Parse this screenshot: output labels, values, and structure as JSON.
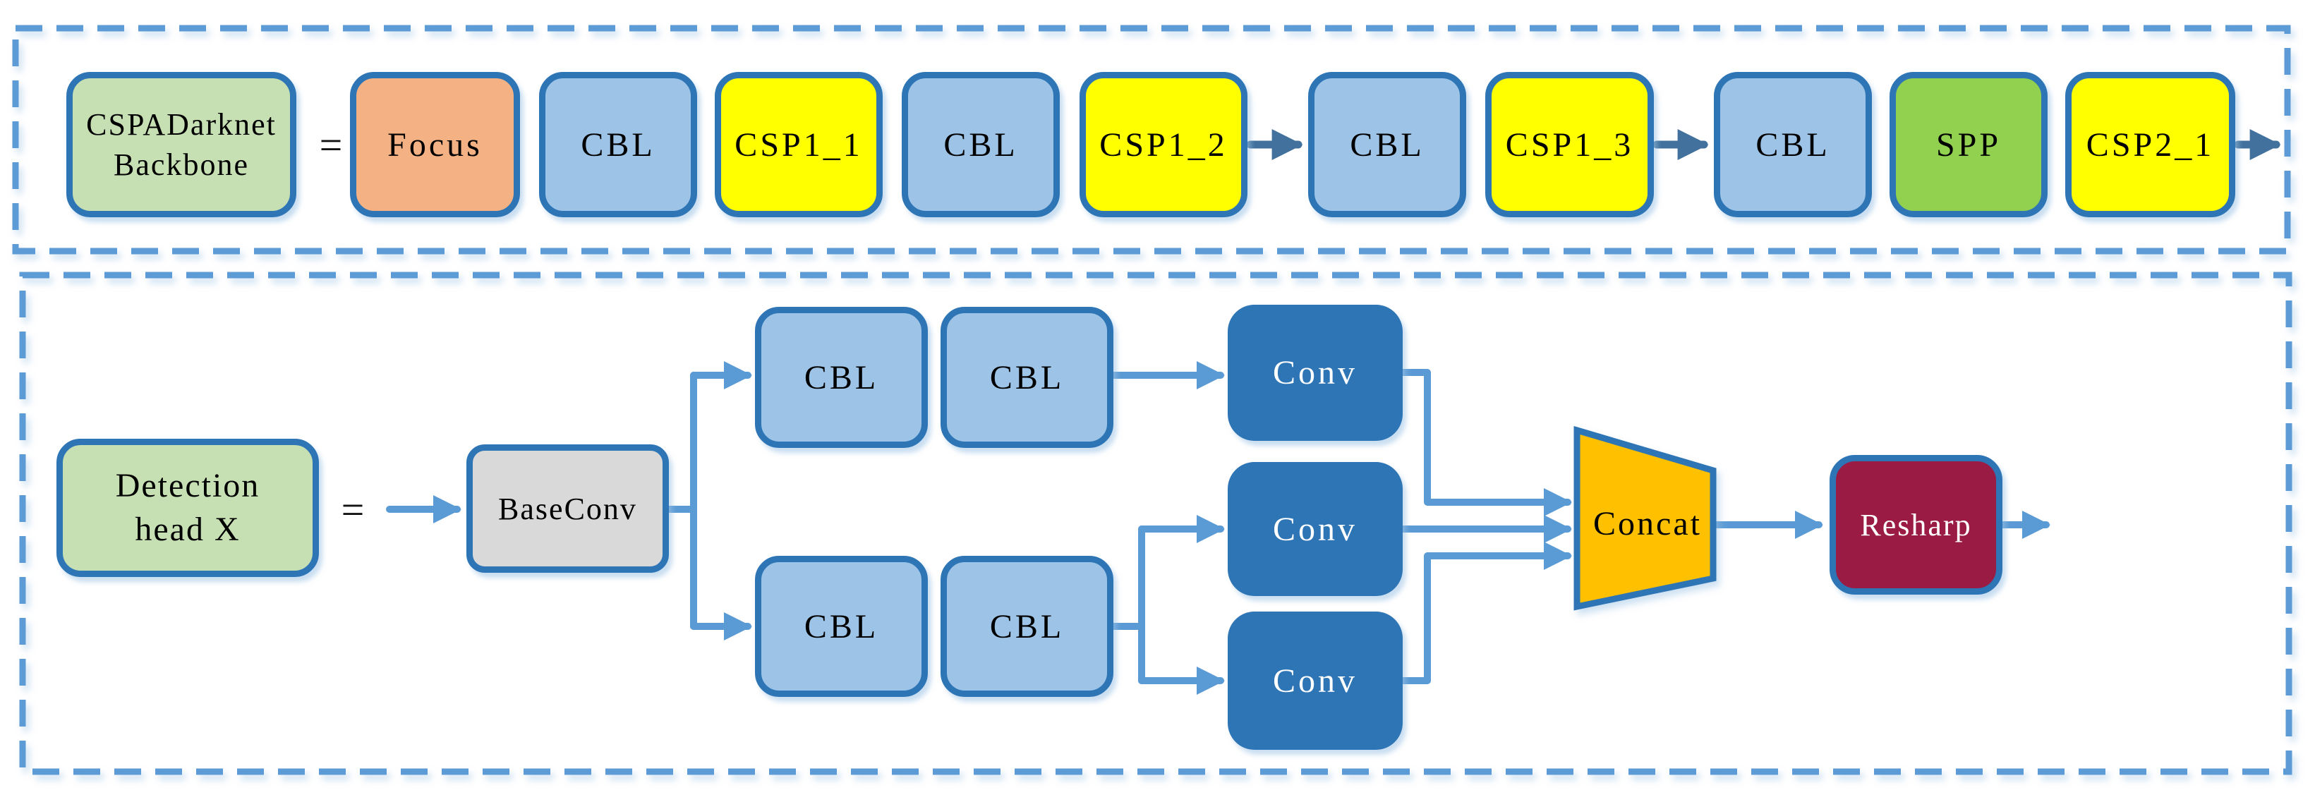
{
  "backbone": {
    "title": [
      "CSPADarknet",
      "Backbone"
    ],
    "equals": "=",
    "sequence": [
      "Focus",
      "CBL",
      "CSP1_1",
      "CBL",
      "CSP1_2",
      "CBL",
      "CSP1_3",
      "CBL",
      "SPP",
      "CSP2_1"
    ]
  },
  "head": {
    "title": [
      "Detection",
      "head X"
    ],
    "equals": "=",
    "base": "BaseConv",
    "branch_top": [
      "CBL",
      "CBL"
    ],
    "branch_bottom": [
      "CBL",
      "CBL"
    ],
    "convs": [
      "Conv",
      "Conv",
      "Conv"
    ],
    "concat": "Concat",
    "output": "Resharp"
  },
  "palette": {
    "block_border": "#2E75B6",
    "label_green": "#C6E0B4",
    "focus_orange": "#F4B183",
    "cbl_blue": "#9DC3E6",
    "csp_yellow": "#FFFF00",
    "spp_green": "#92D050",
    "baseconv_gray": "#D9D9D9",
    "conv_dark_blue": "#2E75B6",
    "concat_orange": "#FFC000",
    "resharp_maroon": "#9A1B44",
    "wire_blue": "#5B9BD5",
    "wire_steel": "#41719C",
    "dash_blue": "#5B9BD5"
  }
}
